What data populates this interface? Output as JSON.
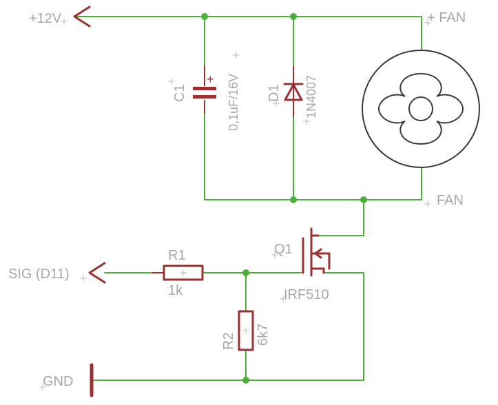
{
  "nets": {
    "vcc": "+12V",
    "signal": "SIG (D11)",
    "ground": "GND"
  },
  "components": {
    "c1": {
      "ref": "C1",
      "value": "0,1uF/16V",
      "polarity_mark": "+"
    },
    "d1": {
      "ref": "D1",
      "value": "1N4007"
    },
    "q1": {
      "ref": "Q1",
      "value": "IRF510"
    },
    "r1": {
      "ref": "R1",
      "value": "1k"
    },
    "r2": {
      "ref": "R2",
      "value": "6k7"
    },
    "fan": {
      "pin_top": "+ FAN",
      "pin_bottom": "FAN"
    }
  },
  "colors": {
    "wire": "#4caf3a",
    "component": "#9c2f2f",
    "label": "#a7a7a7",
    "fan_outline": "#3a3a3a"
  }
}
